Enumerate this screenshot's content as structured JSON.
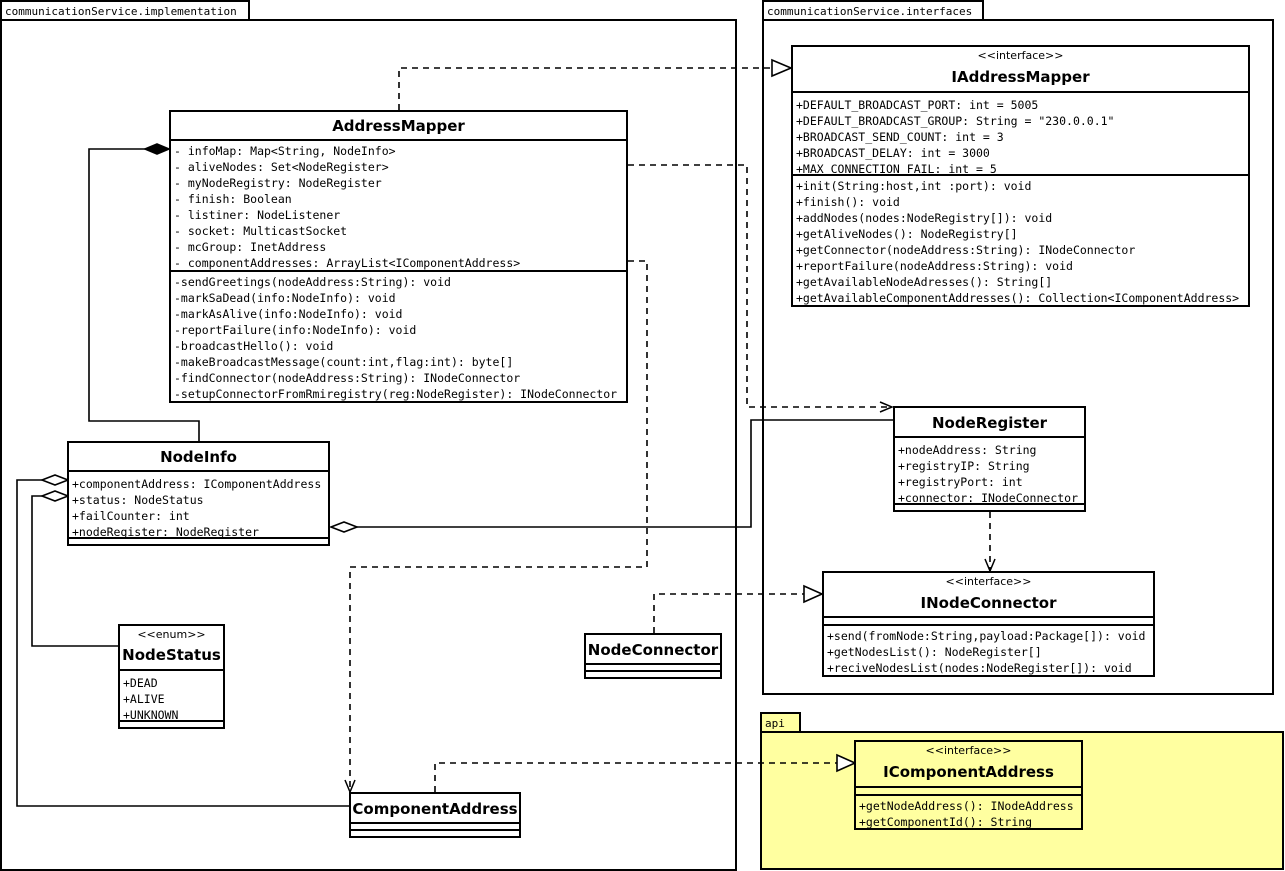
{
  "packages": {
    "implementation": "communicationService.implementation",
    "interfaces": "communicationService.interfaces",
    "api": "api"
  },
  "colors": {
    "api_fill": "#ffffa0",
    "line": "#000000"
  },
  "classes": {
    "address_mapper": {
      "name": "AddressMapper",
      "attributes": [
        "- infoMap: Map<String, NodeInfo>",
        "- aliveNodes: Set<NodeRegister>",
        "- myNodeRegistry: NodeRegister",
        "- finish: Boolean",
        "- listiner: NodeListener",
        "- socket: MulticastSocket",
        "- mcGroup: InetAddress",
        "- componentAddresses: ArrayList<IComponentAddress>"
      ],
      "operations": [
        "-sendGreetings(nodeAddress:String): void",
        "-markSaDead(info:NodeInfo): void",
        "-markAsAlive(info:NodeInfo): void",
        "-reportFailure(info:NodeInfo): void",
        "-broadcastHello(): void",
        "-makeBroadcastMessage(count:int,flag:int): byte[]",
        "-findConnector(nodeAddress:String): INodeConnector",
        "-setupConnectorFromRmiregistry(reg:NodeRegister): INodeConnector"
      ]
    },
    "node_info": {
      "name": "NodeInfo",
      "attributes": [
        "+componentAddress: IComponentAddress",
        "+status: NodeStatus",
        "+failCounter: int",
        "+nodeRegister: NodeRegister"
      ]
    },
    "node_status": {
      "stereotype": "<<enum>>",
      "name": "NodeStatus",
      "attributes": [
        "+DEAD",
        "+ALIVE",
        "+UNKNOWN"
      ]
    },
    "node_connector": {
      "name": "NodeConnector"
    },
    "component_address": {
      "name": "ComponentAddress"
    },
    "iaddress_mapper": {
      "stereotype": "<<interface>>",
      "name": "IAddressMapper",
      "attributes": [
        "+DEFAULT_BROADCAST_PORT: int = 5005",
        "+DEFAULT_BROADCAST_GROUP: String = \"230.0.0.1\"",
        "+BROADCAST_SEND_COUNT: int = 3",
        "+BROADCAST_DELAY: int = 3000",
        "+MAX_CONNECTION_FAIL: int = 5"
      ],
      "operations": [
        "+init(String:host,int :port): void",
        "+finish(): void",
        "+addNodes(nodes:NodeRegistry[]): void",
        "+getAliveNodes(): NodeRegistry[]",
        "+getConnector(nodeAddress:String): INodeConnector",
        "+reportFailure(nodeAddress:String): void",
        "+getAvailableNodeAdresses(): String[]",
        "+getAvailableComponentAddresses(): Collection<IComponentAddress>"
      ]
    },
    "node_register": {
      "name": "NodeRegister",
      "attributes": [
        "+nodeAddress: String",
        "+registryIP: String",
        "+registryPort: int",
        "+connector: INodeConnector"
      ]
    },
    "inode_connector": {
      "stereotype": "<<interface>>",
      "name": "INodeConnector",
      "operations": [
        "+send(fromNode:String,payload:Package[]): void",
        "+getNodesList(): NodeRegister[]",
        "+reciveNodesList(nodes:NodeRegister[]): void"
      ]
    },
    "icomponent_address": {
      "stereotype": "<<interface>>",
      "name": "IComponentAddress",
      "operations": [
        "+getNodeAddress(): INodeAddress",
        "+getComponentId(): String"
      ]
    }
  }
}
